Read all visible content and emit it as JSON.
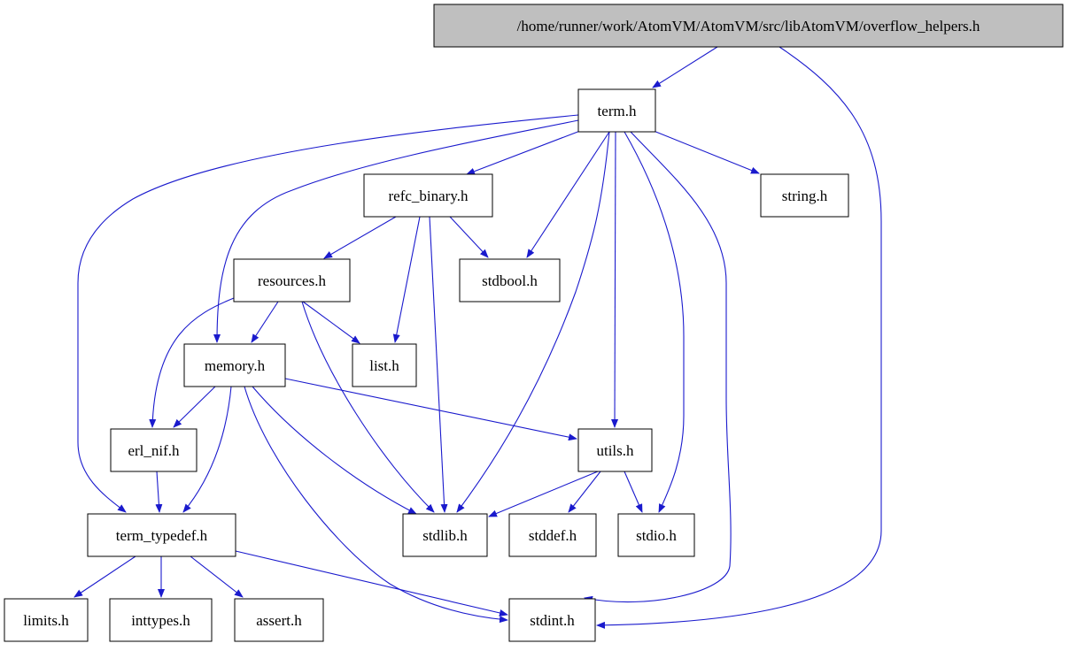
{
  "diagram": {
    "type": "include-dependency-graph",
    "root": "/home/runner/work/AtomVM/AtomVM/src/libAtomVM/overflow_helpers.h",
    "nodes": [
      {
        "id": "root",
        "label": "/home/runner/work/AtomVM/AtomVM/src/libAtomVM/overflow_helpers.h"
      },
      {
        "id": "term",
        "label": "term.h"
      },
      {
        "id": "string",
        "label": "string.h"
      },
      {
        "id": "refc",
        "label": "refc_binary.h"
      },
      {
        "id": "stdbool",
        "label": "stdbool.h"
      },
      {
        "id": "resources",
        "label": "resources.h"
      },
      {
        "id": "list",
        "label": "list.h"
      },
      {
        "id": "memory",
        "label": "memory.h"
      },
      {
        "id": "utils",
        "label": "utils.h"
      },
      {
        "id": "erlnif",
        "label": "erl_nif.h"
      },
      {
        "id": "typedef",
        "label": "term_typedef.h"
      },
      {
        "id": "stdlib",
        "label": "stdlib.h"
      },
      {
        "id": "stddef",
        "label": "stddef.h"
      },
      {
        "id": "stdio",
        "label": "stdio.h"
      },
      {
        "id": "limits",
        "label": "limits.h"
      },
      {
        "id": "inttypes",
        "label": "inttypes.h"
      },
      {
        "id": "assert",
        "label": "assert.h"
      },
      {
        "id": "stdint",
        "label": "stdint.h"
      }
    ],
    "edges": [
      [
        "root",
        "term"
      ],
      [
        "root",
        "stdint"
      ],
      [
        "term",
        "string"
      ],
      [
        "term",
        "refc"
      ],
      [
        "term",
        "stdbool"
      ],
      [
        "term",
        "stdlib"
      ],
      [
        "term",
        "utils"
      ],
      [
        "term",
        "stdio"
      ],
      [
        "term",
        "stdint"
      ],
      [
        "term",
        "memory"
      ],
      [
        "term",
        "typedef"
      ],
      [
        "refc",
        "resources"
      ],
      [
        "refc",
        "list"
      ],
      [
        "refc",
        "stdlib"
      ],
      [
        "refc",
        "stdbool"
      ],
      [
        "resources",
        "memory"
      ],
      [
        "resources",
        "list"
      ],
      [
        "resources",
        "erlnif"
      ],
      [
        "resources",
        "stdlib"
      ],
      [
        "memory",
        "erlnif"
      ],
      [
        "memory",
        "typedef"
      ],
      [
        "memory",
        "utils"
      ],
      [
        "memory",
        "stdlib"
      ],
      [
        "memory",
        "stdint"
      ],
      [
        "utils",
        "stdlib"
      ],
      [
        "utils",
        "stddef"
      ],
      [
        "utils",
        "stdio"
      ],
      [
        "erlnif",
        "typedef"
      ],
      [
        "typedef",
        "limits"
      ],
      [
        "typedef",
        "inttypes"
      ],
      [
        "typedef",
        "assert"
      ],
      [
        "typedef",
        "stdint"
      ]
    ],
    "colors": {
      "edge": "#1a1acd",
      "root_fill": "#bfbfbf",
      "node_fill": "#ffffff"
    }
  }
}
